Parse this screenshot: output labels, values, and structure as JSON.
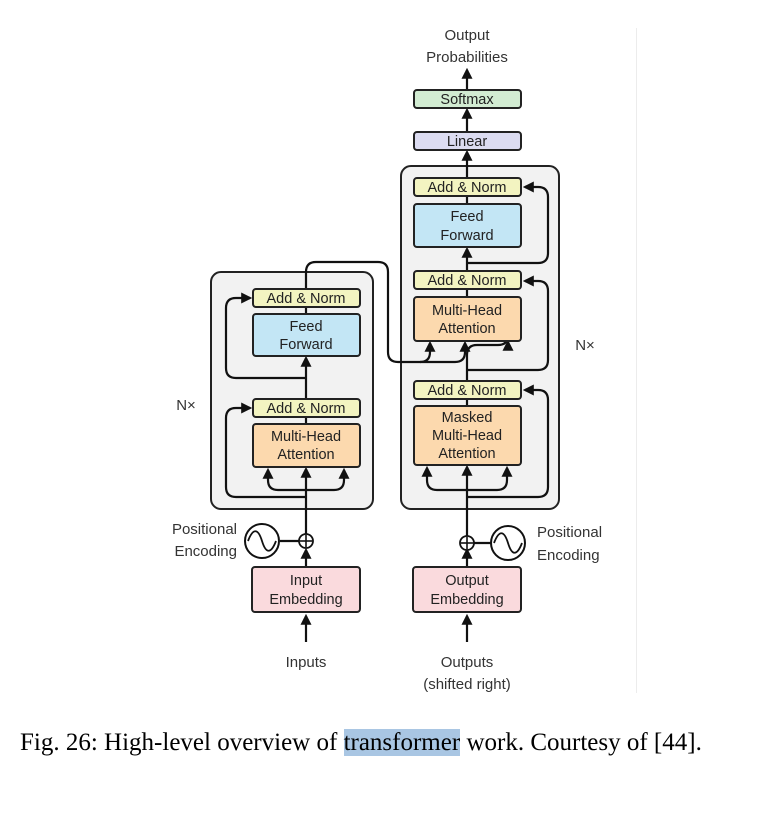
{
  "diagram": {
    "output_probabilities": [
      "Output",
      "Probabilities"
    ],
    "softmax": "Softmax",
    "linear": "Linear",
    "add_norm": "Add & Norm",
    "feed_forward": [
      "Feed",
      "Forward"
    ],
    "multi_head_attention": [
      "Multi-Head",
      "Attention"
    ],
    "masked_multi_head_attention": [
      "Masked",
      "Multi-Head",
      "Attention"
    ],
    "n_times": "N×",
    "positional_encoding": [
      "Positional",
      "Encoding"
    ],
    "input_embedding": [
      "Input",
      "Embedding"
    ],
    "output_embedding": [
      "Output",
      "Embedding"
    ],
    "inputs": "Inputs",
    "outputs": [
      "Outputs",
      "(shifted right)"
    ],
    "plus_symbol": "⊕",
    "colors": {
      "add_norm": "#f3f4c1",
      "feed_forward": "#c3e6f5",
      "attention": "#fcd9ae",
      "embedding": "#fadadd",
      "softmax": "#d2ecd2",
      "linear": "#dcdcf1",
      "stack_bg": "#f2f2f2"
    }
  },
  "caption": {
    "prefix": "Fig. 26: High-level overview of ",
    "highlight": "transformer",
    "suffix": " work. Courtesy of [44]."
  }
}
